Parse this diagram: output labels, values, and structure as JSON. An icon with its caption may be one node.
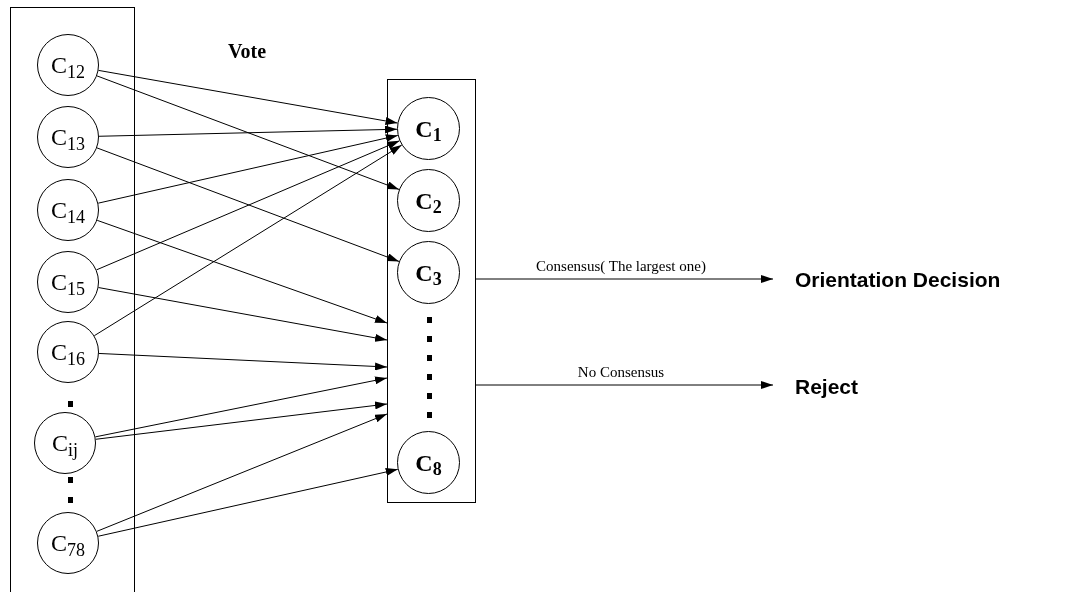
{
  "diagram": {
    "nodes": [
      {
        "text": [],
        "shape": "box"
      },
      {
        "text": [
          "C$_{12}$"
        ],
        "in": 0
      },
      {
        "text": [
          "C$_{13}$"
        ],
        "in": 0
      },
      {
        "text": [
          "C$_{14}$"
        ],
        "in": 0
      },
      {
        "text": [
          "C$_{15}$"
        ],
        "in": 0
      },
      {
        "text": [
          "C$_{16}$"
        ],
        "in": 0
      },
      {
        "text": [
          "C$_{ij}$"
        ],
        "in": 0
      },
      {
        "text": [
          "C$_{78}$"
        ],
        "in": 0
      },
      {
        "text": [],
        "shape": "box"
      },
      {
        "text": [
          "C$_{1}$"
        ],
        "in": 8
      },
      {
        "text": [
          "C$_{2}$"
        ],
        "in": 8
      },
      {
        "text": [
          "C$_{3}$"
        ],
        "in": 8
      },
      {
        "text": [
          "C$_{8}$"
        ],
        "in": 8
      },
      {
        "text": [
          "Orientation Decision"
        ]
      },
      {
        "text": [
          "Reject"
        ]
      }
    ],
    "edges": [
      {
        "from": 1,
        "to": 9,
        "arrow": "to"
      },
      {
        "from": 1,
        "to": 10,
        "arrow": "to"
      },
      {
        "from": 2,
        "to": 9,
        "arrow": "to"
      },
      {
        "from": 2,
        "to": 11,
        "arrow": "to"
      },
      {
        "from": 3,
        "to": 9,
        "arrow": "to"
      },
      {
        "from": 3,
        "to": 8,
        "arrow": "to"
      },
      {
        "from": 4,
        "to": 9,
        "arrow": "to"
      },
      {
        "from": 4,
        "to": 8,
        "arrow": "to"
      },
      {
        "from": 5,
        "to": 9,
        "arrow": "to"
      },
      {
        "from": 5,
        "to": 8,
        "arrow": "to"
      },
      {
        "from": 6,
        "to": 8,
        "arrow": "to"
      },
      {
        "from": 6,
        "to": 8,
        "arrow": "to"
      },
      {
        "from": 7,
        "to": 8,
        "arrow": "to"
      },
      {
        "from": 7,
        "to": 12,
        "arrow": "to"
      },
      {
        "from": 8,
        "to": 13,
        "arrow": "to",
        "label": "Consensus( The largest one)"
      },
      {
        "from": 8,
        "to": 14,
        "arrow": "to",
        "label": "No Consensus"
      }
    ],
    "labels": [
      "Vote"
    ]
  }
}
